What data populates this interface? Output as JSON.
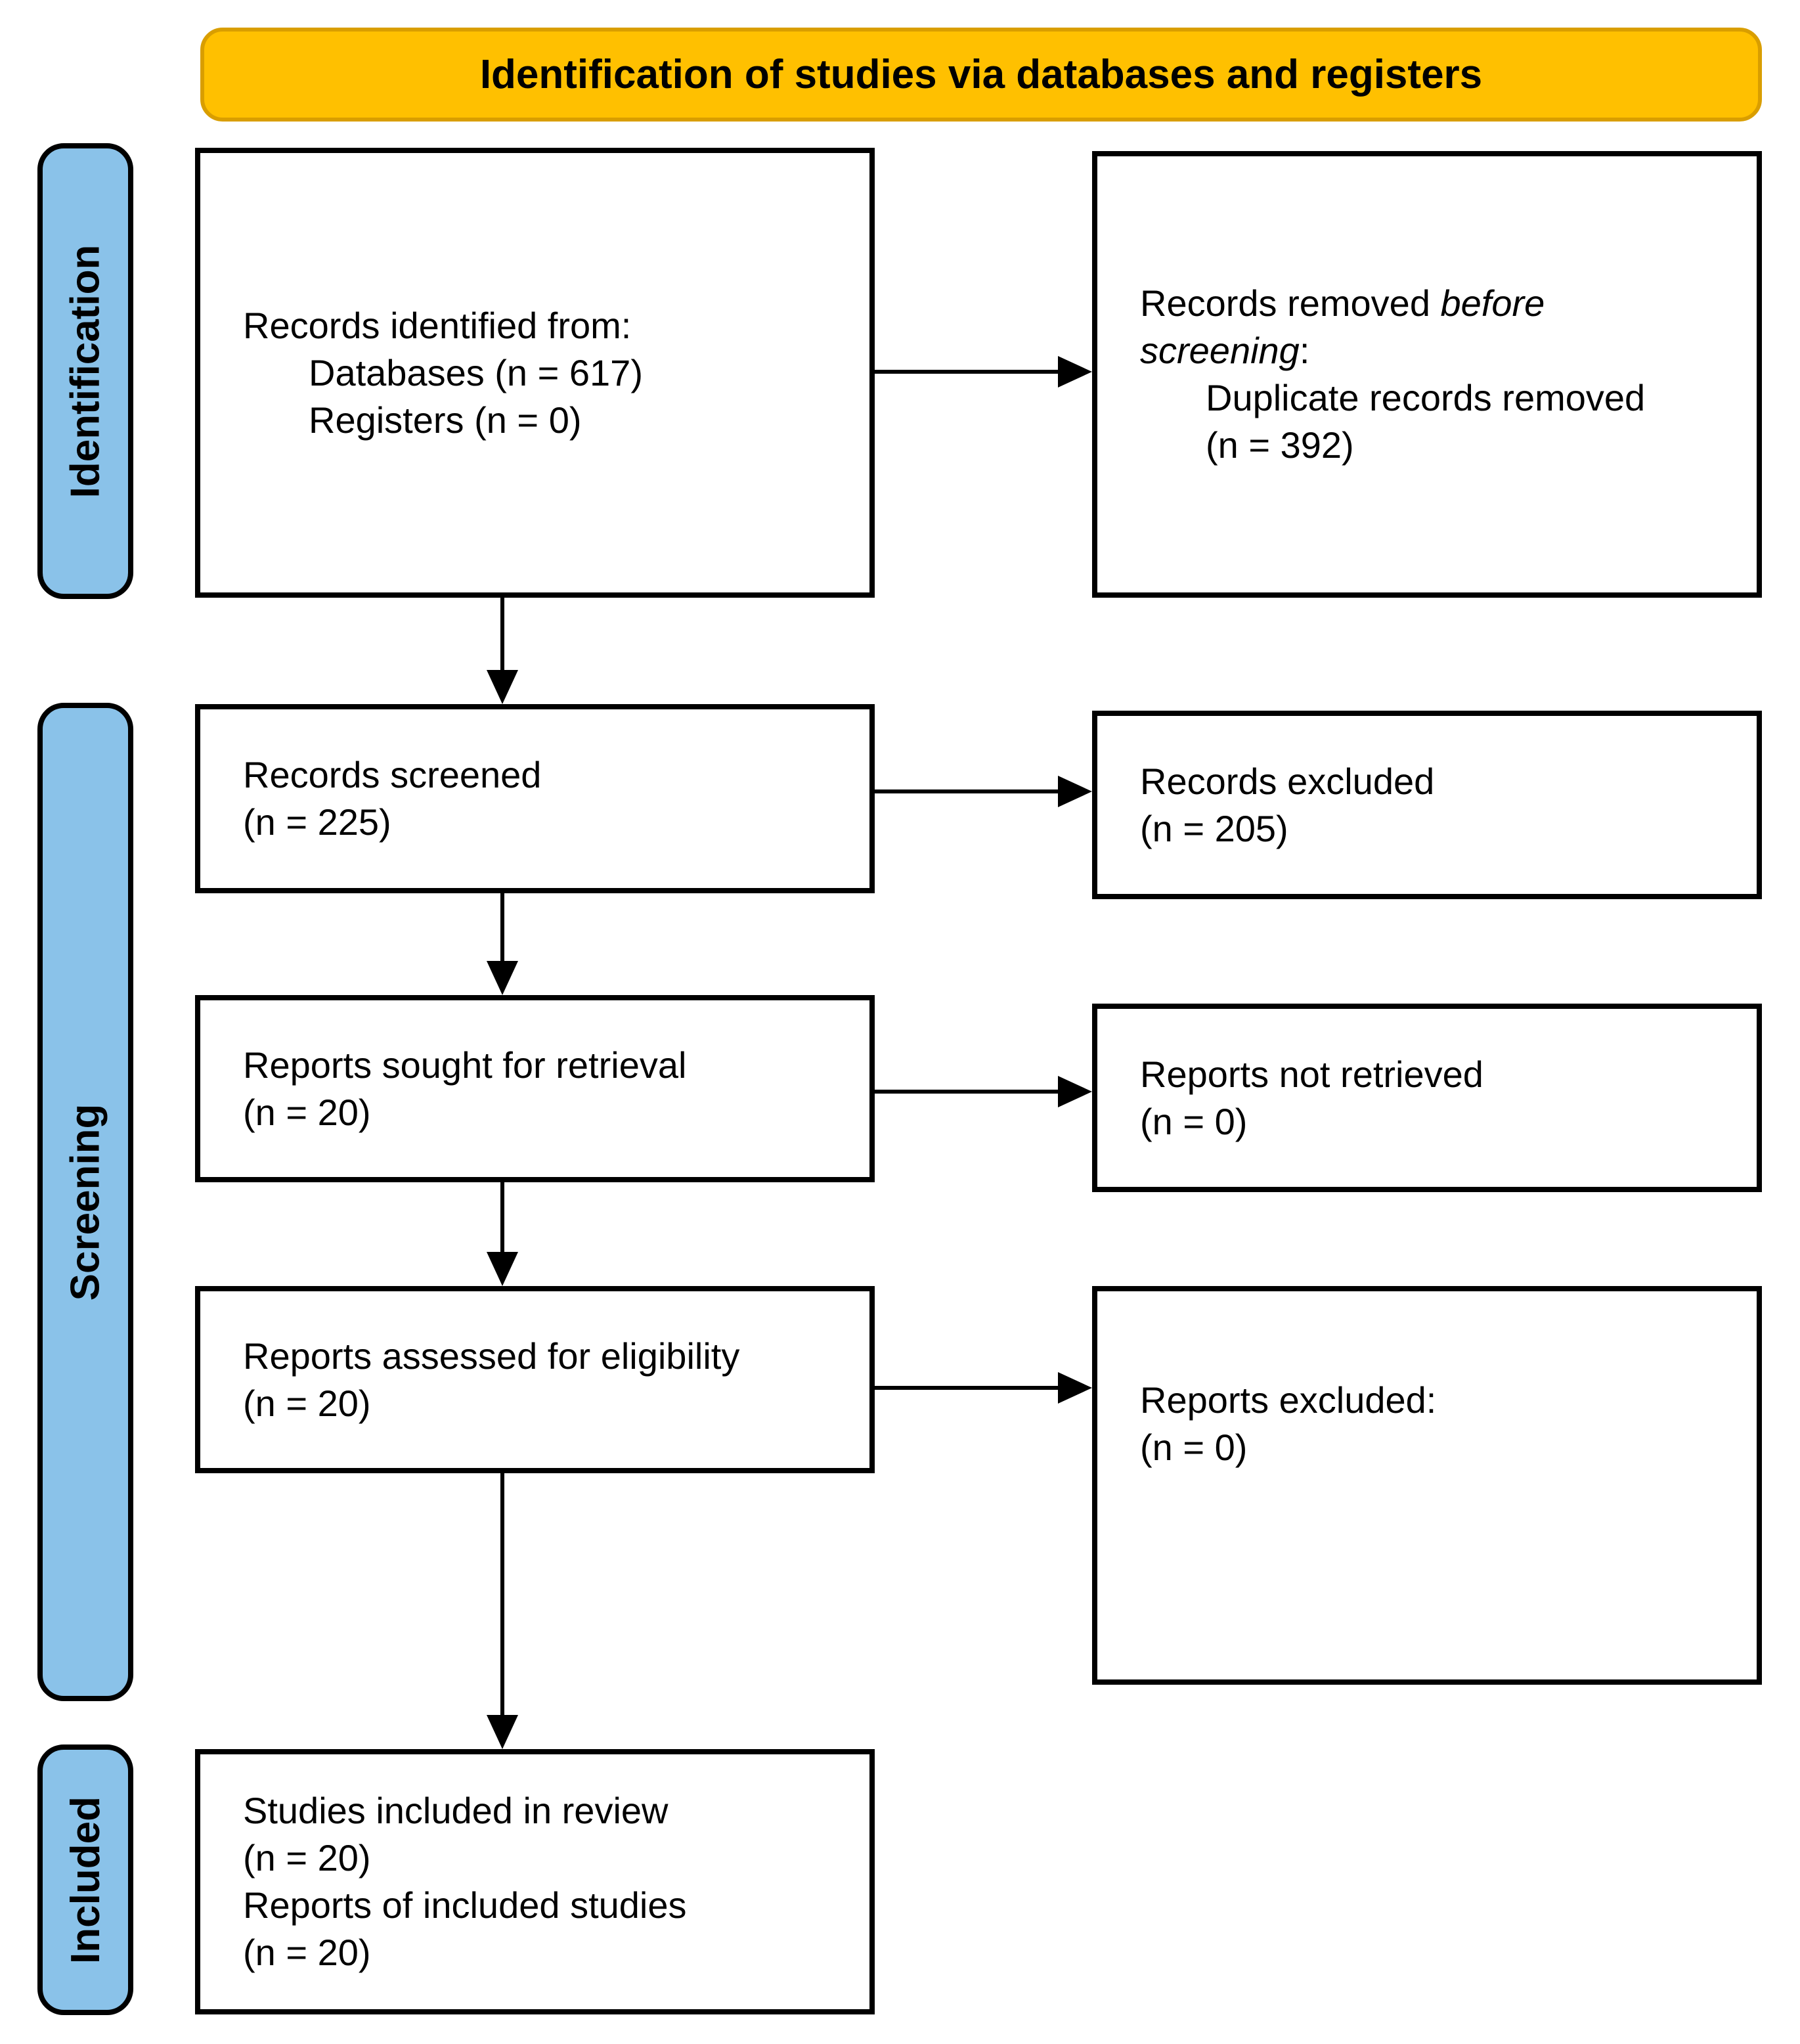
{
  "banner": {
    "title": "Identification of studies via databases and registers"
  },
  "sidebar": {
    "identification": "Identification",
    "screening": "Screening",
    "included": "Included"
  },
  "boxes": {
    "records_identified": {
      "line1": "Records identified from:",
      "indent1": "Databases (n = 617)",
      "indent2": "Registers (n = 0)"
    },
    "records_removed": {
      "line1_normal": "Records removed ",
      "line1_italic": "before",
      "line2_italic": "screening",
      "line2_normal": ":",
      "indent1": "Duplicate records removed",
      "indent2": "(n = 392)"
    },
    "records_screened": {
      "line1": "Records screened",
      "line2": "(n = 225)"
    },
    "records_excluded": {
      "line1": "Records excluded",
      "line2": "(n = 205)"
    },
    "reports_sought": {
      "line1": "Reports sought for retrieval",
      "line2": "(n = 20)"
    },
    "reports_not_retrieved": {
      "line1": "Reports not retrieved",
      "line2": "(n = 0)"
    },
    "reports_assessed": {
      "line1": "Reports assessed for eligibility",
      "line2": "(n = 20)"
    },
    "reports_excluded": {
      "line1": "Reports excluded:",
      "line2": "(n = 0)"
    },
    "studies_included": {
      "line1": "Studies included in review",
      "line2": "(n = 20)",
      "line3": "Reports of included studies",
      "line4": "(n = 20)"
    }
  },
  "colors": {
    "banner_fill": "#FFC000",
    "banner_border": "#D99E00",
    "sidebar_fill": "#8AC2E9",
    "box_border": "#000000",
    "text": "#000000"
  }
}
